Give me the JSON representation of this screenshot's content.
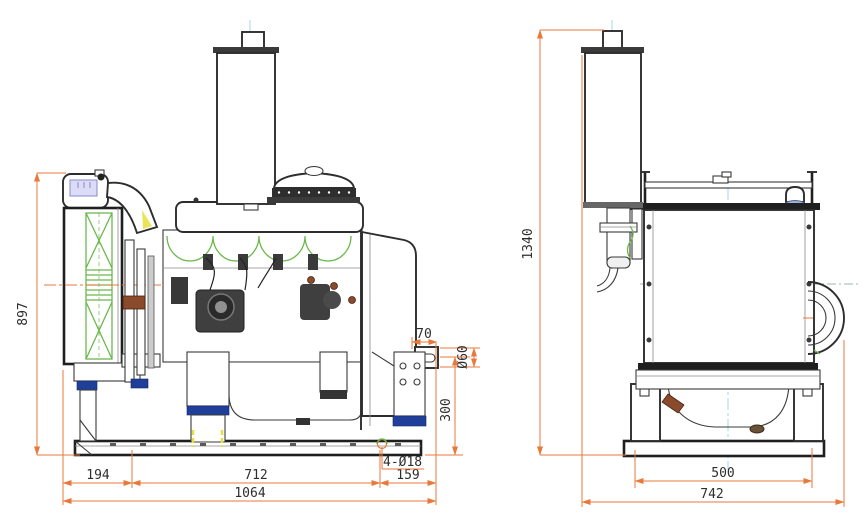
{
  "drawing": {
    "background": "#ffffff",
    "dimension_color": "#e8793a",
    "line_color": "#2d2d2d",
    "accent_green": "#6cb84e",
    "accent_navy": "#1f3f9b",
    "front_view": {
      "dimensions": {
        "overall_height": "897",
        "foot_pitch_front": "194",
        "foot_pitch_main": "712",
        "foot_pitch_rear": "159",
        "overall_length": "1064",
        "shaft_extension": "70",
        "shaft_diameter": "Ø60",
        "shaft_center_height": "300",
        "mounting_hole_callout": "4-Ø18"
      }
    },
    "side_view": {
      "dimensions": {
        "overall_height": "1340",
        "mounting_span": "500",
        "overall_width": "742"
      }
    }
  }
}
